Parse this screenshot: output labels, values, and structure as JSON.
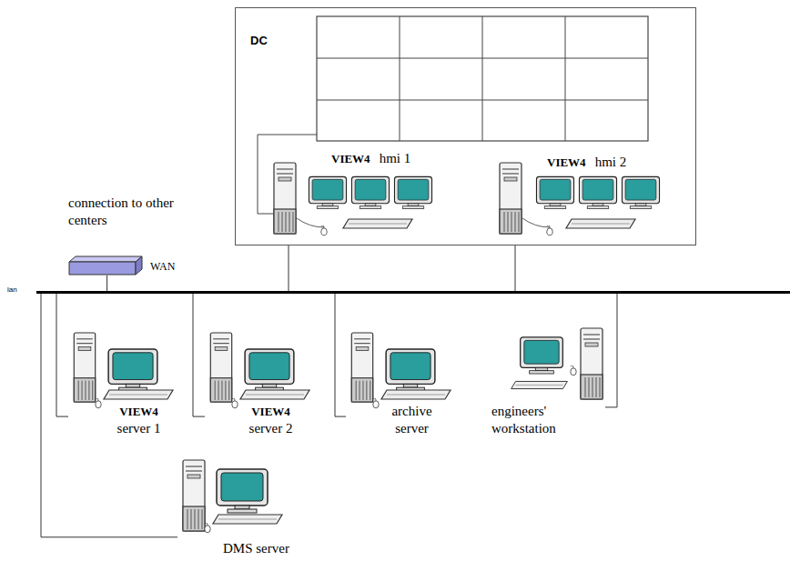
{
  "diagram": {
    "nodes": [
      {
        "text": [
          "DC"
        ]
      },
      {
        "text": [
          "VIEW4",
          "hmi 1"
        ],
        "in": 0
      },
      {
        "text": [
          "VIEW4",
          "hmi 2"
        ],
        "in": 0
      },
      {
        "text": [
          "WAN"
        ]
      },
      {
        "text": [
          "lan"
        ]
      },
      {
        "text": [
          "VIEW4",
          "server 1"
        ]
      },
      {
        "text": [
          "VIEW4",
          "server 2"
        ]
      },
      {
        "text": [
          "archive server"
        ]
      },
      {
        "text": [
          "engineers' workstation"
        ]
      },
      {
        "text": [
          "DMS server"
        ]
      }
    ],
    "edges": [
      {
        "from": 1,
        "to": 4,
        "arrow": "none"
      },
      {
        "from": 2,
        "to": 4,
        "arrow": "none"
      },
      {
        "from": 3,
        "to": 4,
        "arrow": "none"
      },
      {
        "from": 5,
        "to": 4,
        "arrow": "none"
      },
      {
        "from": 6,
        "to": 4,
        "arrow": "none"
      },
      {
        "from": 7,
        "to": 4,
        "arrow": "none"
      },
      {
        "from": 8,
        "to": 4,
        "arrow": "none"
      },
      {
        "from": 9,
        "to": 4,
        "arrow": "none"
      }
    ],
    "labels": [
      "connection to other centers"
    ]
  }
}
